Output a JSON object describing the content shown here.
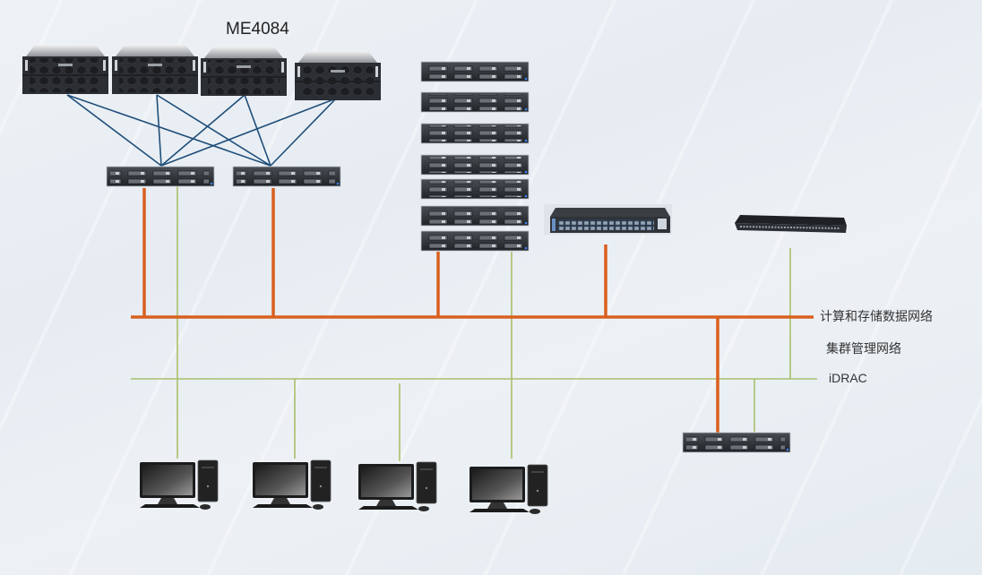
{
  "diagram": {
    "title": "ME4084",
    "legend": {
      "data_network": "计算和存储数据网络",
      "management_network": "集群管理网络",
      "idrac_network": "iDRAC"
    },
    "colors": {
      "data_network": "#d9601f",
      "management_network": "#a9bf6a",
      "san_links": "#1f4e79",
      "device_dark": "#2a2d31"
    },
    "nodes": {
      "storage_arrays": [
        {
          "name": "ME4084 enclosure 1",
          "icon": "storage-enclosure-icon"
        },
        {
          "name": "ME4084 enclosure 2",
          "icon": "storage-enclosure-icon"
        },
        {
          "name": "ME4084 enclosure 3",
          "icon": "storage-enclosure-icon"
        },
        {
          "name": "ME4084 enclosure 4",
          "icon": "storage-enclosure-icon"
        }
      ],
      "storage_servers": [
        {
          "name": "storage server 1",
          "icon": "rack-server-icon"
        },
        {
          "name": "storage server 2",
          "icon": "rack-server-icon"
        }
      ],
      "compute_servers": [
        {
          "name": "compute node 1",
          "icon": "rack-server-icon"
        },
        {
          "name": "compute node 2",
          "icon": "rack-server-icon"
        },
        {
          "name": "compute node 3",
          "icon": "rack-server-icon"
        },
        {
          "name": "compute node 4",
          "icon": "rack-server-icon"
        },
        {
          "name": "compute node 5",
          "icon": "rack-server-icon"
        },
        {
          "name": "compute node 6",
          "icon": "rack-server-icon"
        },
        {
          "name": "compute node 7",
          "icon": "rack-server-icon"
        }
      ],
      "data_switch": {
        "name": "high-speed data switch",
        "icon": "network-switch-icon"
      },
      "mgmt_switch": {
        "name": "management switch",
        "icon": "network-switch-icon"
      },
      "management_server": {
        "name": "management server",
        "icon": "rack-server-icon"
      },
      "workstations": [
        {
          "name": "workstation 1",
          "icon": "desktop-computer-icon"
        },
        {
          "name": "workstation 2",
          "icon": "desktop-computer-icon"
        },
        {
          "name": "workstation 3",
          "icon": "desktop-computer-icon"
        },
        {
          "name": "workstation 4",
          "icon": "desktop-computer-icon"
        }
      ]
    }
  }
}
